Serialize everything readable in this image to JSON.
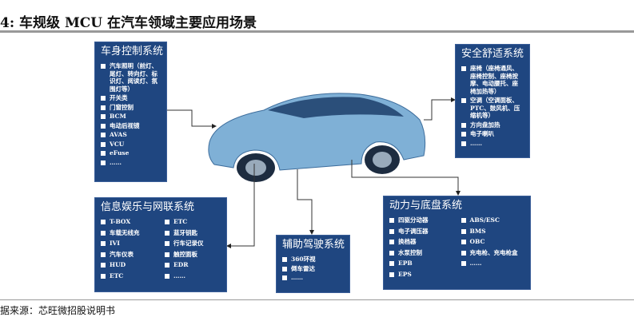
{
  "title": "4:  车规级 MCU 在汽车领域主要应用场景",
  "source": "据来源：芯旺微招股说明书",
  "boxes": {
    "body": {
      "title": "车身控制系统",
      "items": [
        "汽车照明（前灯、尾灯、转向灯、标识灯、阅读灯、氛围灯等）",
        "开关类",
        "门窗控制",
        "BCM",
        "电动后视镜",
        "AVAS",
        "VCU",
        "eFuse",
        "……"
      ]
    },
    "safety": {
      "title": "安全舒适系统",
      "items": [
        "座椅（座椅通风、座椅控制、座椅按摩、电动腰托、座椅加热等）",
        "空调（空调面板、PTC、鼓风机、压缩机等）",
        "方向盘加热",
        "电子喇叭",
        "……"
      ]
    },
    "info": {
      "title": "信息娱乐与网联系统",
      "col1": [
        "T-BOX",
        "车载无线充",
        "IVI",
        "汽车仪表",
        "HUD",
        "ETC"
      ],
      "col2": [
        "ETC",
        "蓝牙钥匙",
        "行车记录仪",
        "触控面板",
        "EDR",
        "……"
      ]
    },
    "adas": {
      "title": "辅助驾驶系统",
      "items": [
        "360环视",
        "倒车雷达",
        "……"
      ]
    },
    "power": {
      "title": "动力与底盘系统",
      "col1": [
        "四驱分动器",
        "电子调压器",
        "换档器",
        "水泵控制",
        "EPB",
        "EPS"
      ],
      "col2": [
        "ABS/ESC",
        "BMS",
        "OBC",
        "充电枪、充电枪盒",
        "……"
      ]
    }
  },
  "colors": {
    "box": "#1f4680",
    "car": "#6fa0c8"
  }
}
